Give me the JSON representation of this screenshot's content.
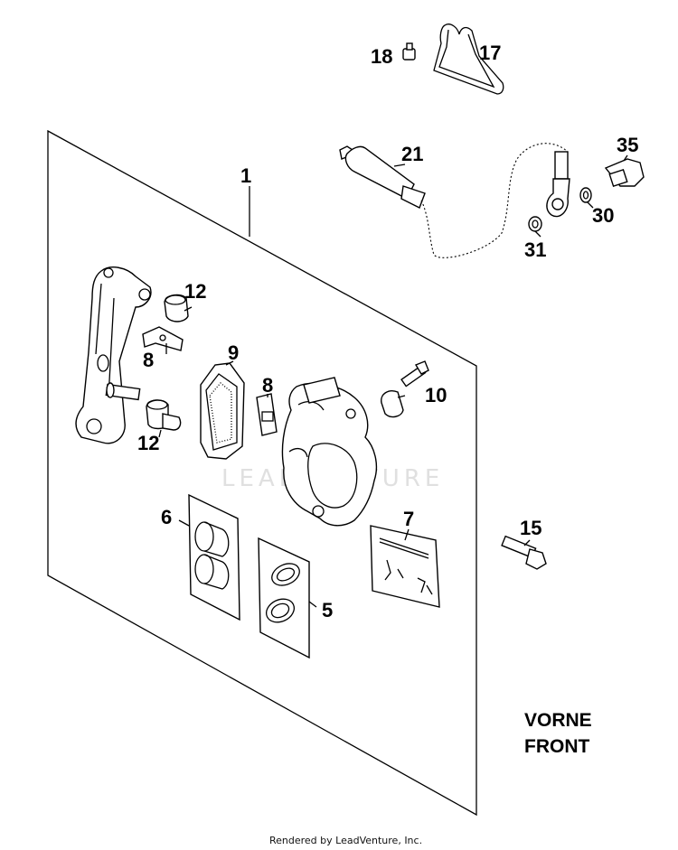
{
  "diagram": {
    "callouts": {
      "n1": "1",
      "n5": "5",
      "n6": "6",
      "n7": "7",
      "n8a": "8",
      "n8b": "8",
      "n9": "9",
      "n10": "10",
      "n12a": "12",
      "n12b": "12",
      "n15": "15",
      "n17": "17",
      "n18": "18",
      "n21": "21",
      "n30": "30",
      "n31": "31",
      "n35": "35"
    },
    "caption_line1": "VORNE",
    "caption_line2": "FRONT",
    "watermark": "LEADVENTURE",
    "footer": "Rendered by LeadVenture, Inc."
  }
}
